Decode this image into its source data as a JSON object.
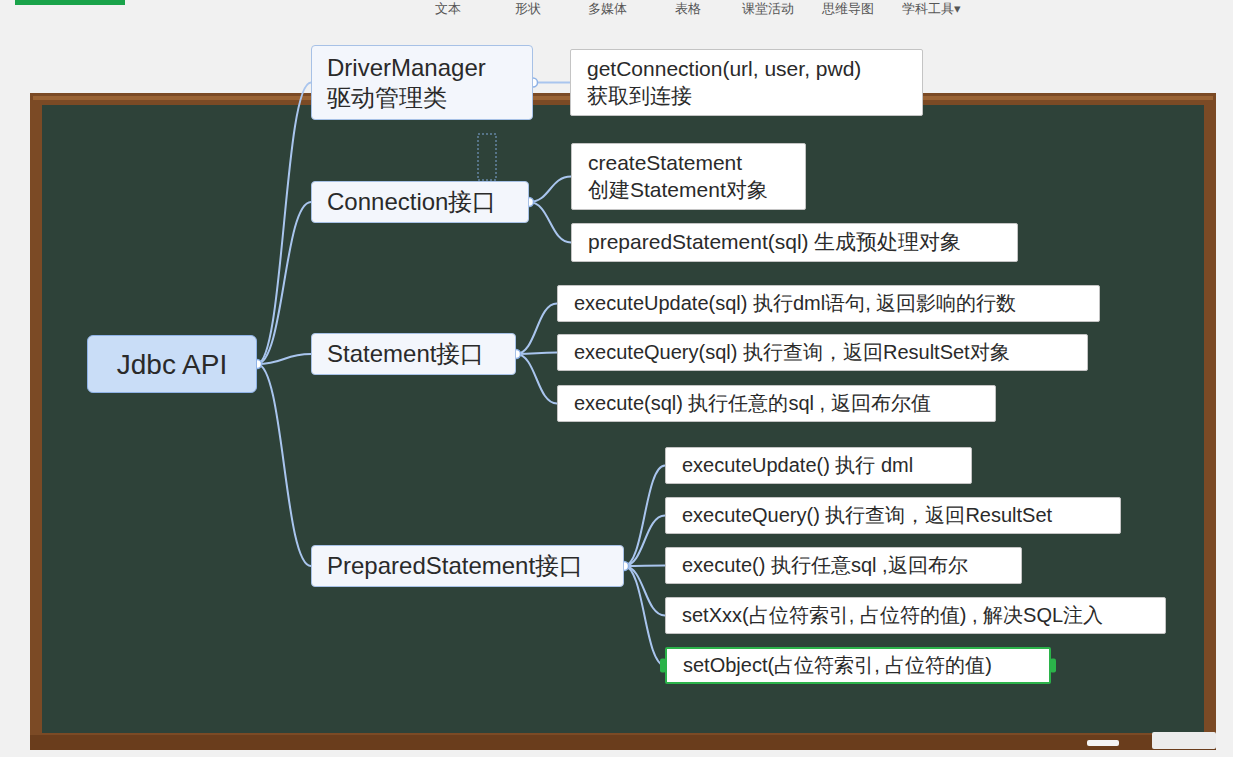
{
  "diagram": {
    "nodes": [
      {
        "text": [
          "Jdbc API"
        ]
      },
      {
        "text": [
          "DriverManager 驱动管理类"
        ]
      },
      {
        "text": [
          "getConnection(url, user, pwd) 获取到连接"
        ]
      },
      {
        "text": [
          "Connection接口"
        ]
      },
      {
        "text": [
          "createStatement 创建Statement对象"
        ]
      },
      {
        "text": [
          "preparedStatement(sql) 生成预处理对象"
        ]
      },
      {
        "text": [
          "Statement接口"
        ]
      },
      {
        "text": [
          "executeUpdate(sql) 执行dml语句, 返回影响的行数"
        ]
      },
      {
        "text": [
          "executeQuery(sql) 执行查询，返回ResultSet对象"
        ]
      },
      {
        "text": [
          "execute(sql) 执行任意的sql , 返回布尔值"
        ]
      },
      {
        "text": [
          "PreparedStatement接口"
        ]
      },
      {
        "text": [
          "executeUpdate() 执行 dml"
        ]
      },
      {
        "text": [
          "executeQuery() 执行查询，返回ResultSet"
        ]
      },
      {
        "text": [
          "execute() 执行任意sql ,返回布尔"
        ]
      },
      {
        "text": [
          "setXxx(占位符索引, 占位符的值) , 解决SQL注入"
        ]
      },
      {
        "text": [
          "setObject(占位符索引, 占位符的值)"
        ]
      }
    ],
    "edges": [
      {
        "from": 0,
        "to": 1,
        "arrow": "none"
      },
      {
        "from": 0,
        "to": 3,
        "arrow": "none"
      },
      {
        "from": 0,
        "to": 6,
        "arrow": "none"
      },
      {
        "from": 0,
        "to": 10,
        "arrow": "none"
      },
      {
        "from": 1,
        "to": 2,
        "arrow": "none"
      },
      {
        "from": 3,
        "to": 4,
        "arrow": "none"
      },
      {
        "from": 3,
        "to": 5,
        "arrow": "none"
      },
      {
        "from": 6,
        "to": 7,
        "arrow": "none"
      },
      {
        "from": 6,
        "to": 8,
        "arrow": "none"
      },
      {
        "from": 6,
        "to": 9,
        "arrow": "none"
      },
      {
        "from": 10,
        "to": 11,
        "arrow": "none"
      },
      {
        "from": 10,
        "to": 12,
        "arrow": "none"
      },
      {
        "from": 10,
        "to": 13,
        "arrow": "none"
      },
      {
        "from": 10,
        "to": 14,
        "arrow": "none"
      },
      {
        "from": 10,
        "to": 15,
        "arrow": "none"
      }
    ],
    "labels": [
      "文本",
      "形状",
      "多媒体",
      "表格",
      "课堂活动",
      "思维导图",
      "学科工具▾"
    ]
  }
}
